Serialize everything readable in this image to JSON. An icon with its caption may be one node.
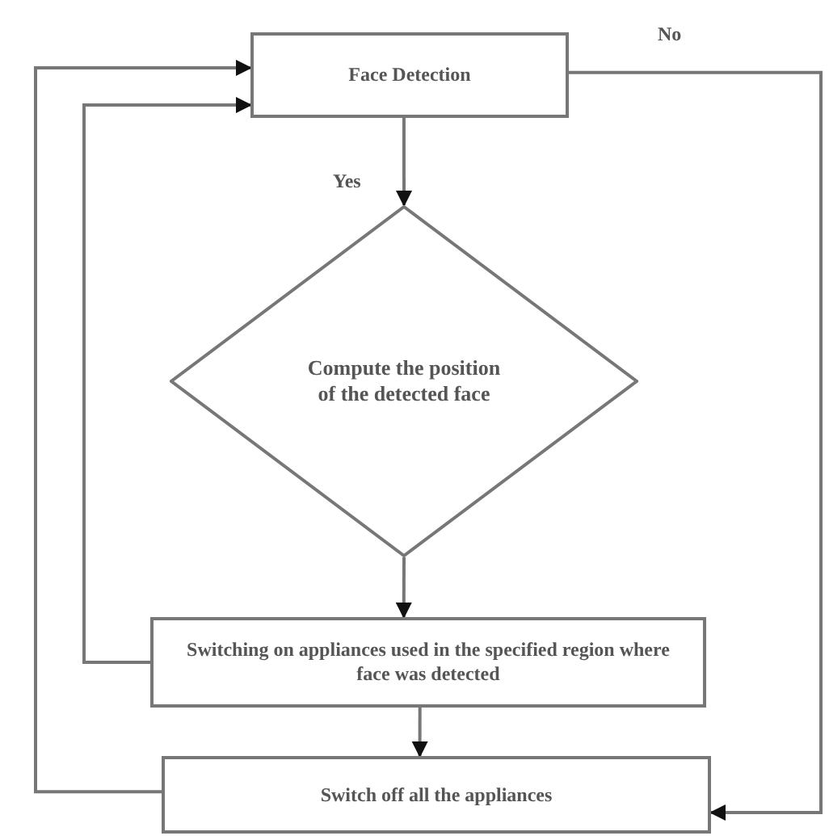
{
  "diagram": {
    "nodes": [
      {
        "text": [
          "Face Detection"
        ]
      },
      {
        "text": [
          "Compute the position of the detected face"
        ]
      },
      {
        "text": [
          "Switching on appliances used in the specified region where face was detected"
        ]
      },
      {
        "text": [
          "Switch off all the appliances"
        ]
      }
    ],
    "edges": [
      {
        "from": 0,
        "to": 1,
        "arrow": "to",
        "label": "Yes"
      },
      {
        "from": 1,
        "to": 2,
        "arrow": "to"
      },
      {
        "from": 2,
        "to": 3,
        "arrow": "to"
      },
      {
        "from": 2,
        "to": 0,
        "arrow": "to"
      },
      {
        "from": 3,
        "to": 0,
        "arrow": "to"
      },
      {
        "from": 0,
        "to": 3,
        "arrow": "to",
        "label": "No"
      }
    ]
  }
}
